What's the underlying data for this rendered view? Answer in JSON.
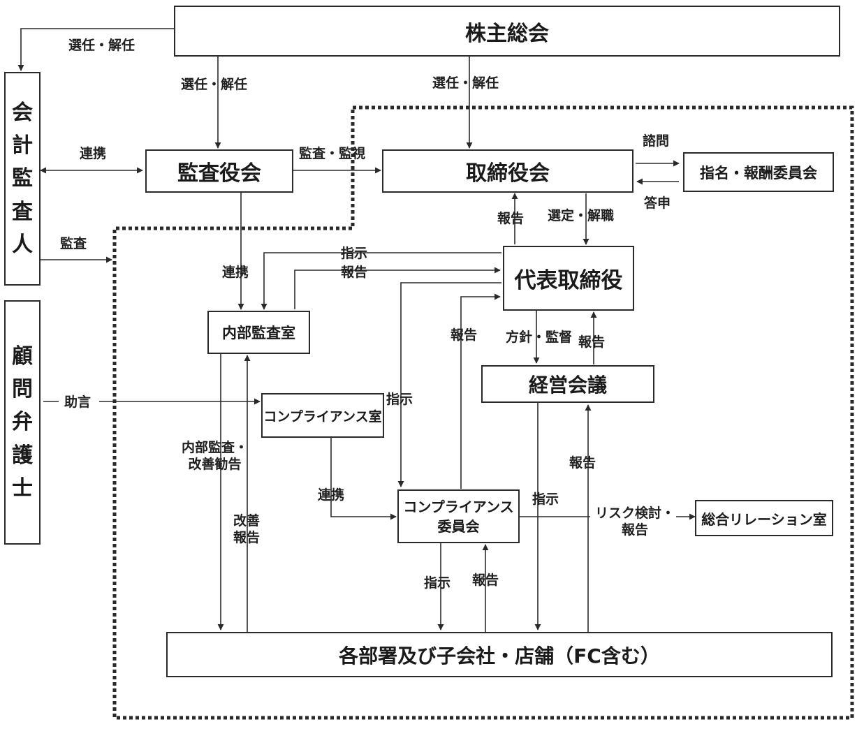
{
  "nodes": {
    "shareholders_meeting": "株主総会",
    "accounting_auditor": "会計監査人",
    "legal_counsel": "顧問弁護士",
    "audit_board": "監査役会",
    "board_of_directors": "取締役会",
    "nomination_committee": "指名・報酬委員会",
    "representative_director": "代表取締役",
    "internal_audit_office": "内部監査室",
    "compliance_office": "コンプライアンス室",
    "management_meeting": "経営会議",
    "compliance_committee": "コンプライアンス\n委員会",
    "general_relations_office": "総合リレーション室",
    "departments": "各部署及び子会社・店舗（FC含む）"
  },
  "labels": {
    "appoint_dismiss_auditor": "選任・解任",
    "appoint_dismiss_audit_board": "選任・解任",
    "appoint_dismiss_board": "選任・解任",
    "cooperation_auditor": "連携",
    "audit_auditor": "監査",
    "audit_supervise": "監査・監視",
    "inquiry": "諮問",
    "report_back": "答申",
    "report_to_board": "報告",
    "select_dismiss": "選定・解職",
    "instruct_internal": "指示",
    "report_internal": "報告",
    "cooperation_internal": "連携",
    "advice": "助言",
    "report_from_committee": "報告",
    "policy_supervise": "方針・監督",
    "report_from_meeting": "報告",
    "instruct_committee": "指示",
    "internal_audit_recommend": "内部監査・\n改善勧告",
    "improvement_report": "改善\n報告",
    "cooperation_compliance": "連携",
    "report_to_meeting": "報告",
    "instruct_from_meeting": "指示",
    "risk_review_report": "リスク検討・\n報告",
    "instruct_departments": "指示",
    "report_from_departments": "報告"
  },
  "colors": {
    "line": "#2a2a2a",
    "box_border": "#2a2a2a",
    "background": "#ffffff"
  }
}
